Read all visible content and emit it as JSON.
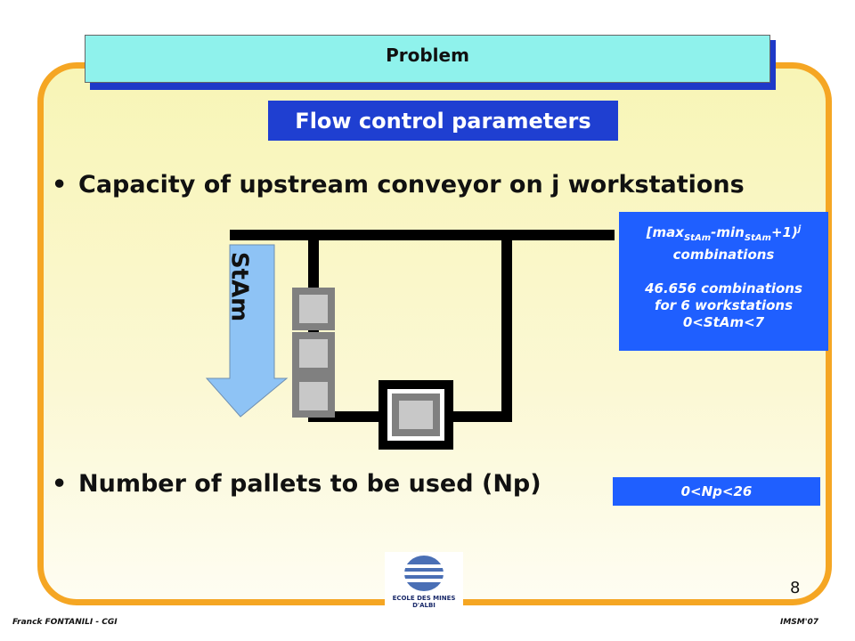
{
  "header": {
    "title": "Problem"
  },
  "subtitle": "Flow control parameters",
  "bullets": [
    {
      "dot": "•",
      "text": "Capacity of upstream conveyor on j workstations"
    },
    {
      "dot": "•",
      "text": "Number of pallets to be used (Np)"
    }
  ],
  "diagram": {
    "arrow_label": "StAm"
  },
  "infobox_combinations": {
    "formula_open": "[max",
    "sub_max": "StAm",
    "minus": "-min",
    "sub_min": "StAm",
    "plus": "+1)",
    "sup_j": "j",
    "line2": "combinations",
    "line3": "46.656 combinations",
    "line4": "for 6 workstations",
    "line5": "0<StAm<7"
  },
  "infobox_pallets": {
    "text": "0<Np<26"
  },
  "logo": {
    "text": "ECOLE DES MINES D'ALBI"
  },
  "page_number": "8",
  "footer": {
    "left": "Franck FONTANILI - CGI",
    "right": "IMSM'07"
  },
  "colors": {
    "accent_orange": "#f5a623",
    "title_cyan": "#8ff2ec",
    "blue": "#1f3fd1",
    "info_blue": "#1f5fff"
  }
}
